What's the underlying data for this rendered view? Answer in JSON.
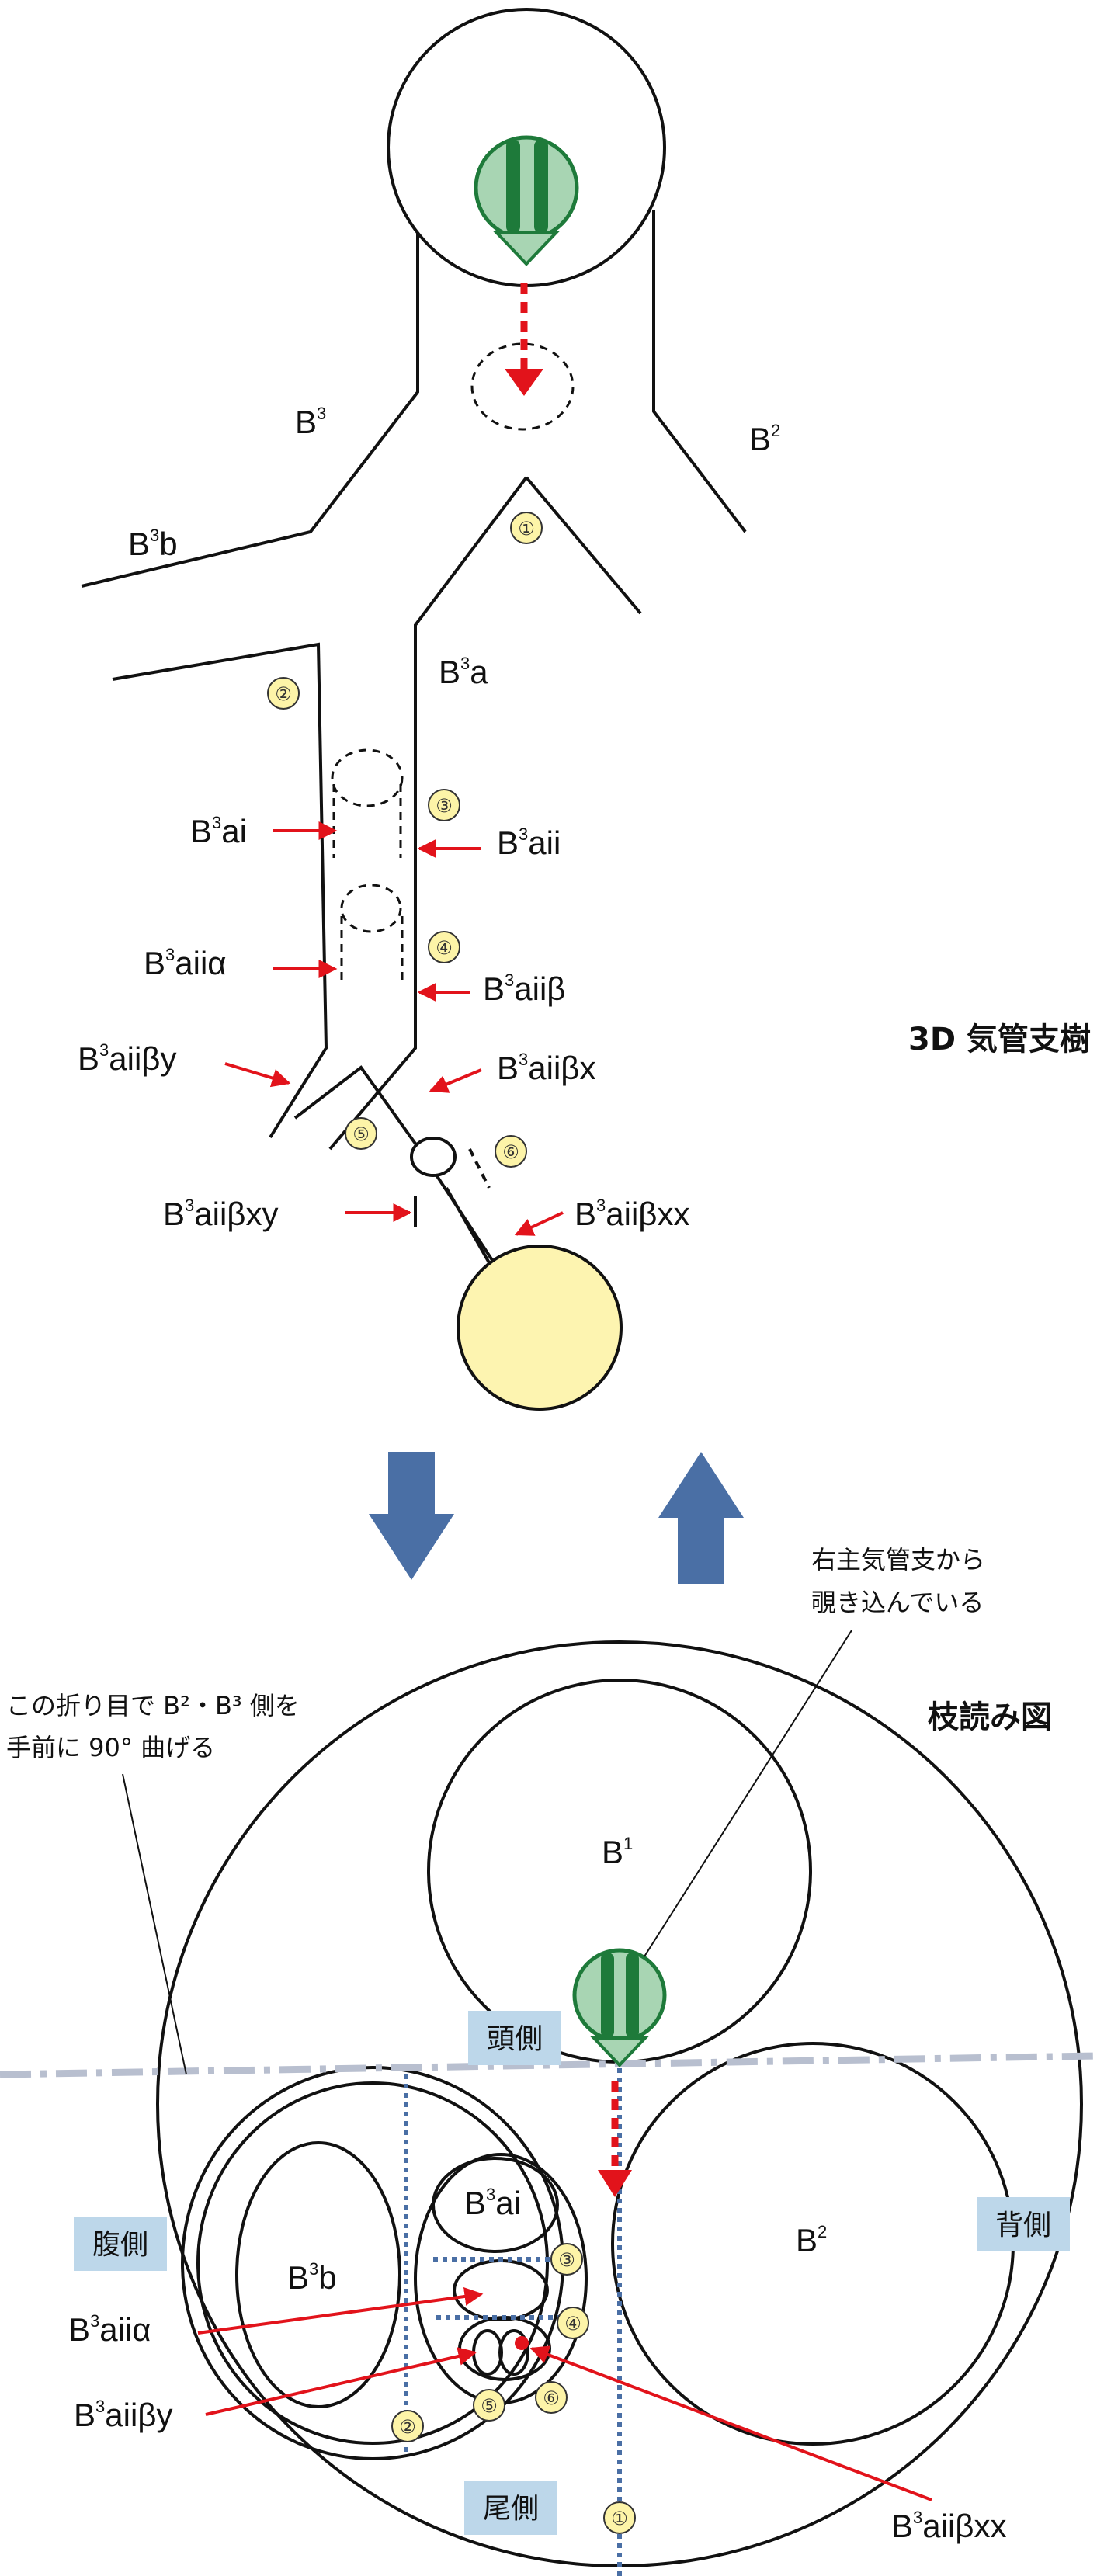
{
  "titles": {
    "tree": "3D 気管支樹",
    "branch_view": "枝読み図"
  },
  "notes": {
    "viewpoint": [
      "右主気管支から",
      "覗き込んでいる"
    ],
    "fold": [
      "この折り目で B²・B³ 側を",
      "手前に 90° 曲げる"
    ]
  },
  "tree_labels": {
    "B3": "3",
    "B2": "2",
    "B3b": "b",
    "B3a": "a",
    "B3ai": "ai",
    "B3aii": "aii",
    "B3aiia": "aiiα",
    "B3aiib": "aiiβ",
    "B3aiiby": "aiiβy",
    "B3aiibx": "aiiβx",
    "B3aiibxy": "aiiβxy",
    "B3aiibxx": "aiiβxx",
    "base": "B"
  },
  "branch_labels": {
    "B1": "1",
    "B2": "2",
    "B3b": "b",
    "B3ai": "ai",
    "B3aiia": "aiiα",
    "B3aiiby": "aiiβy",
    "B3aiibxx": "aiiβxx",
    "base": "B"
  },
  "directions": {
    "cranial": "頭側",
    "ventral": "腹側",
    "dorsal": "背側",
    "caudal": "尾側"
  },
  "markers": [
    "①",
    "②",
    "③",
    "④",
    "⑤",
    "⑥"
  ],
  "colors": {
    "scope_green": "#1e7a3a",
    "scope_light": "#a8d5b3",
    "red_arrow": "#e2131b",
    "blue_arrow": "#4a6fa5",
    "dotted_blue": "#4a6fa5",
    "badge_fill": "#bdd7ea",
    "marker_fill": "#fdf4a8",
    "terminal_fill": "#fdf4b0",
    "fold_line": "#b8bfcf"
  }
}
